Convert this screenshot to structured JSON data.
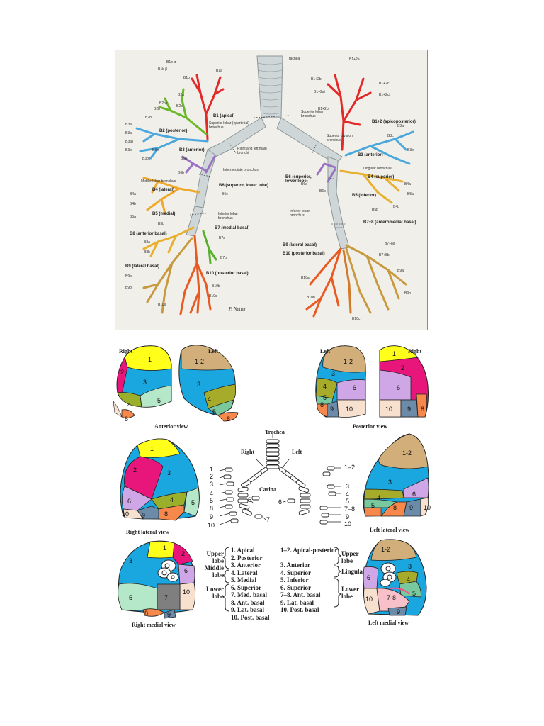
{
  "colors": {
    "apical": "#ffff1a",
    "posterior": "#e8157a",
    "anterior": "#1aa7e0",
    "lateral": "#9ab02a",
    "medial": "#b5e8c8",
    "superior_lower": "#cfa6e6",
    "med_basal": "#7f7f7f",
    "ant_basal": "#f5884a",
    "lat_basal": "#6b8ba8",
    "post_basal": "#f8e0cf",
    "apicoposterior": "#d2ae7a",
    "lingula_sup": "#a7ab2a",
    "lingula_inf": "#7ac99e",
    "trachea": "#cdd4d6"
  },
  "top_panel": {
    "trachea": "Trachea",
    "right_upper": [
      "B1 (apical)",
      "B2 (posterior)",
      "B3 (anterior)",
      "Superior lobar (eparterial) bronchus"
    ],
    "left_upper": [
      "B1+2 (apicoposterior)",
      "B3 (anterior)",
      "Superior lobar bronchus",
      "Superior division bronchus",
      "Lingular bronchus",
      "B4 (superior)",
      "B5 (inferior)"
    ],
    "middle": [
      "Right and left main bronchi",
      "Intermediate bronchus",
      "Middle lobar bronchus",
      "B4 (lateral)",
      "B5 (medial)",
      "B6 (superior, lower lobe)",
      "B6 (superior, lower lobe)",
      "Inferior lobar bronchus",
      "Inferior lobar bronchus",
      "B7 (medial basal)",
      "B7+8 (anteromedial basal)"
    ],
    "lower": [
      "B8 (anterior basal)",
      "B9 (lateral basal)",
      "B10 (posterior basal)",
      "B9 (lateral basal)",
      "B10 (posterior basal)"
    ],
    "small_labels_left": [
      "B1b α",
      "B1b β",
      "B1a",
      "B1b",
      "B2a",
      "B2b",
      "B2c",
      "B2bi",
      "B2bii",
      "B3a",
      "B3b",
      "B3ai",
      "B3aii",
      "B3bi",
      "B3bii",
      "B4a",
      "B4b",
      "B5a",
      "B5b",
      "B6a",
      "B6b",
      "B6c",
      "B7a",
      "B7b",
      "B8a",
      "B8b",
      "B9a",
      "B9b",
      "B10a",
      "B10b",
      "B10c"
    ],
    "small_labels_right": [
      "B1+2a",
      "B1+2b",
      "B1+2c",
      "B1+2ai",
      "B1+2bi",
      "B1+2ci",
      "B3a",
      "B3b",
      "B3c",
      "B4a",
      "B4b",
      "B5a",
      "B5b",
      "B6a",
      "B6b",
      "B7+8a",
      "B7+8b",
      "B9a",
      "B9b",
      "B10a",
      "B10b",
      "B10c"
    ],
    "signature": "F. Netter"
  },
  "views": {
    "anterior": "Anterior view",
    "posterior": "Posterior view",
    "right_lateral": "Right lateral view",
    "left_lateral": "Left lateral view",
    "right_medial": "Right medial view",
    "left_medial": "Left medial view",
    "right": "Right",
    "left": "Left",
    "trachea": "Trachea",
    "carina": "Carina"
  },
  "legend": {
    "right": [
      "1.  Apical",
      "2.  Posterior",
      "3.  Anterior",
      "4.  Lateral",
      "5.  Medial",
      "6.  Superior",
      "7.  Med. basal",
      "8.  Ant. basal",
      "9.  Lat. basal",
      "10. Post. basal"
    ],
    "right_lobes": [
      "Upper lobe",
      "Middle lobe",
      "Lower lobe"
    ],
    "left": [
      "1–2.  Apical-posterior",
      "3.  Anterior",
      "4.  Superior",
      "5.  Inferior",
      "6.  Superior",
      "7–8.  Ant. basal",
      "9.  Lat. basal",
      "10.  Post. basal"
    ],
    "left_lobes": [
      "Upper lobe",
      "Lingula",
      "Lower lobe"
    ]
  },
  "segment_numbers": {
    "right_trachea": [
      "1",
      "2",
      "3",
      "4",
      "5",
      "6",
      "8",
      "9",
      "10",
      "7"
    ],
    "left_trachea": [
      "1–2",
      "3",
      "4",
      "5",
      "6",
      "7–8",
      "9",
      "10"
    ]
  }
}
